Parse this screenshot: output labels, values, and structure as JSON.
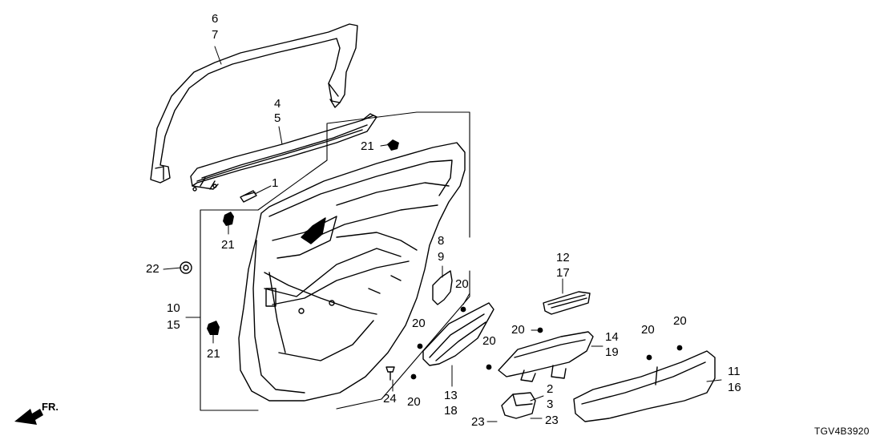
{
  "diagram_code": "TGV4B3920",
  "front_indicator": "FR.",
  "callouts": {
    "p1": "1",
    "p2": "2",
    "p3": "3",
    "p4": "4",
    "p5": "5",
    "p6": "6",
    "p7": "7",
    "p8": "8",
    "p9": "9",
    "p10": "10",
    "p11": "11",
    "p12": "12",
    "p13": "13",
    "p14": "14",
    "p15": "15",
    "p16": "16",
    "p17": "17",
    "p18": "18",
    "p19": "19",
    "p20": "20",
    "p21": "21",
    "p22": "22",
    "p23": "23",
    "p24": "24"
  }
}
